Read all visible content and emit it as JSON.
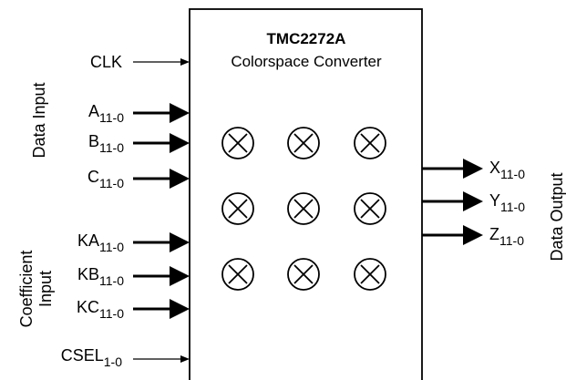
{
  "block": {
    "title": "TMC2272A",
    "subtitle": "Colorspace Converter"
  },
  "groups": {
    "data_input": "Data Input",
    "coefficient_input_line1": "Coefficient",
    "coefficient_input_line2": "Input",
    "data_output": "Data Output"
  },
  "inputs": {
    "clk": {
      "main": "CLK",
      "sub": ""
    },
    "a": {
      "main": "A",
      "sub": "11-0"
    },
    "b": {
      "main": "B",
      "sub": "11-0"
    },
    "c": {
      "main": "C",
      "sub": "11-0"
    },
    "ka": {
      "main": "KA",
      "sub": "11-0"
    },
    "kb": {
      "main": "KB",
      "sub": "11-0"
    },
    "kc": {
      "main": "KC",
      "sub": "11-0"
    },
    "csel": {
      "main": "CSEL",
      "sub": "1-0"
    }
  },
  "outputs": {
    "x": {
      "main": "X",
      "sub": "11-0"
    },
    "y": {
      "main": "Y",
      "sub": "11-0"
    },
    "z": {
      "main": "Z",
      "sub": "11-0"
    }
  },
  "multiplier_grid": {
    "rows": 3,
    "cols": 3,
    "symbol": "multiply-circle-icon"
  }
}
